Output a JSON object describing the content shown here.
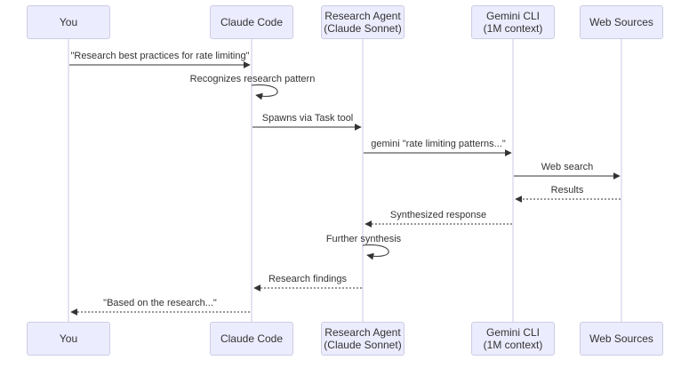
{
  "diagram": {
    "type": "sequence-diagram",
    "actors": [
      {
        "id": "you",
        "label": "You"
      },
      {
        "id": "claude-code",
        "label": "Claude Code"
      },
      {
        "id": "research-agent",
        "label": "Research Agent\n(Claude Sonnet)"
      },
      {
        "id": "gemini-cli",
        "label": "Gemini CLI\n(1M context)"
      },
      {
        "id": "web-sources",
        "label": "Web Sources"
      }
    ],
    "messages": [
      {
        "label": "\"Research best practices for rate limiting\"",
        "from": "You",
        "to": "Claude Code",
        "style": "solid"
      },
      {
        "label": "Recognizes research pattern",
        "from": "Claude Code",
        "to": "Claude Code",
        "style": "self-loop"
      },
      {
        "label": "Spawns via Task tool",
        "from": "Claude Code",
        "to": "Research Agent (Claude Sonnet)",
        "style": "solid"
      },
      {
        "label": "gemini \"rate limiting patterns...\"",
        "from": "Research Agent (Claude Sonnet)",
        "to": "Gemini CLI (1M context)",
        "style": "solid"
      },
      {
        "label": "Web search",
        "from": "Gemini CLI (1M context)",
        "to": "Web Sources",
        "style": "solid"
      },
      {
        "label": "Results",
        "from": "Web Sources",
        "to": "Gemini CLI (1M context)",
        "style": "dotted"
      },
      {
        "label": "Synthesized response",
        "from": "Gemini CLI (1M context)",
        "to": "Research Agent (Claude Sonnet)",
        "style": "dotted"
      },
      {
        "label": "Further synthesis",
        "from": "Research Agent (Claude Sonnet)",
        "to": "Research Agent (Claude Sonnet)",
        "style": "self-loop"
      },
      {
        "label": "Research findings",
        "from": "Research Agent (Claude Sonnet)",
        "to": "Claude Code",
        "style": "dotted"
      },
      {
        "label": "\"Based on the research...\"",
        "from": "Claude Code",
        "to": "You",
        "style": "dotted"
      }
    ],
    "colors": {
      "background": "#FFFFFF",
      "actor_fill": "#ECECFF",
      "actor_border": "#CCCCE3",
      "lifeline": "#C9C9E8",
      "arrow": "#333333",
      "text": "#333333"
    }
  }
}
